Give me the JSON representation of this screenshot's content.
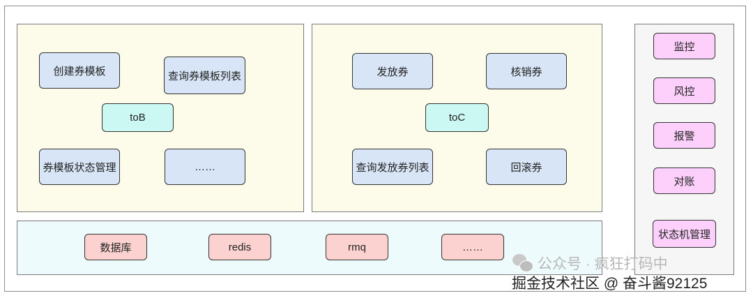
{
  "tob": {
    "hub": "toB",
    "create_template": "创建券模板",
    "query_template_list": "查询券模板列表",
    "template_status_mgmt": "券模板状态管理",
    "more": "……"
  },
  "toc": {
    "hub": "toC",
    "issue": "发放券",
    "redeem": "核销券",
    "query_issued_list": "查询发放券列表",
    "rollback": "回滚券"
  },
  "infra": {
    "database": "数据库",
    "redis": "redis",
    "rmq": "rmq",
    "more": "……"
  },
  "sidebar": {
    "monitoring": "监控",
    "risk_control": "风控",
    "alerting": "报警",
    "reconciliation": "对账",
    "state_machine_mgmt": "状态机管理"
  },
  "watermark": {
    "line1": "公众号 · 疯狂打码中",
    "line2": "掘金技术社区 @ 奋斗酱92125",
    "icon": "wechat-icon"
  },
  "colors": {
    "blue_node": "#d7e5f6",
    "teal_node": "#cbf8f2",
    "pink_node": "#fbd2d0",
    "violet_node": "#fcd0fb",
    "yellow_panel": "#fdfbea",
    "cyan_panel": "#eefbfd"
  }
}
